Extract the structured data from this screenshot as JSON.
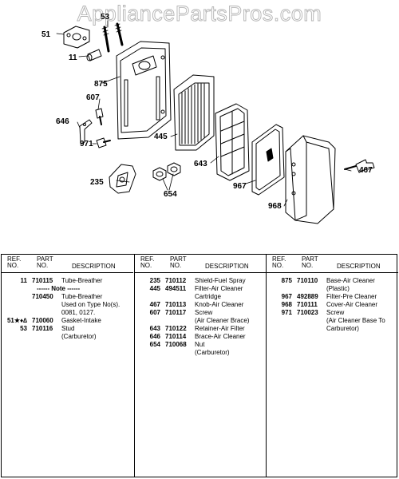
{
  "watermark": "AppliancePartsPros.com",
  "callouts": [
    {
      "ref": "51",
      "part": "gasket-intake"
    },
    {
      "ref": "53",
      "part": "stud"
    },
    {
      "ref": "11",
      "part": "tube-breather"
    },
    {
      "ref": "875",
      "part": "base-air-cleaner"
    },
    {
      "ref": "607",
      "part": "screw"
    },
    {
      "ref": "646",
      "part": "brace-air-cleaner"
    },
    {
      "ref": "971",
      "part": "screw"
    },
    {
      "ref": "445",
      "part": "filter-air-cleaner"
    },
    {
      "ref": "643",
      "part": "retainer-air-filter"
    },
    {
      "ref": "235",
      "part": "shield-fuel-spray"
    },
    {
      "ref": "654",
      "part": "nut"
    },
    {
      "ref": "967",
      "part": "filter-pre-cleaner"
    },
    {
      "ref": "968",
      "part": "cover-air-cleaner"
    },
    {
      "ref": "467",
      "part": "knob-air-cleaner"
    }
  ],
  "table": {
    "header": {
      "ref": [
        "REF.",
        "NO."
      ],
      "part": [
        "PART",
        "NO."
      ],
      "desc": "DESCRIPTION"
    },
    "columns": [
      [
        {
          "ref": "11",
          "part": "710115",
          "desc": [
            "Tube-Breather"
          ]
        },
        {
          "note": "------ Note ------"
        },
        {
          "ref": "",
          "part": "710450",
          "desc": [
            "Tube-Breather",
            "Used on Type No(s).",
            "0081, 0127."
          ]
        },
        {
          "ref": "51★♦∆",
          "part": "710060",
          "desc": [
            "Gasket-Intake"
          ]
        },
        {
          "ref": "53",
          "part": "710116",
          "desc": [
            "Stud",
            "(Carburetor)"
          ]
        }
      ],
      [
        {
          "ref": "235",
          "part": "710112",
          "desc": [
            "Shield-Fuel Spray"
          ]
        },
        {
          "ref": "445",
          "part": "494511",
          "desc": [
            "Filter-Air Cleaner",
            "Cartridge"
          ]
        },
        {
          "ref": "467",
          "part": "710113",
          "desc": [
            "Knob-Air Cleaner"
          ]
        },
        {
          "ref": "607",
          "part": "710117",
          "desc": [
            "Screw",
            "(Air Cleaner Brace)"
          ]
        },
        {
          "ref": "643",
          "part": "710122",
          "desc": [
            "Retainer-Air Filter"
          ]
        },
        {
          "ref": "646",
          "part": "710114",
          "desc": [
            "Brace-Air Cleaner"
          ]
        },
        {
          "ref": "654",
          "part": "710068",
          "desc": [
            "Nut",
            "(Carburetor)"
          ]
        }
      ],
      [
        {
          "ref": "875",
          "part": "710110",
          "desc": [
            "Base-Air Cleaner",
            "(Plastic)"
          ]
        },
        {
          "ref": "967",
          "part": "492889",
          "desc": [
            "Filter-Pre Cleaner"
          ]
        },
        {
          "ref": "968",
          "part": "710111",
          "desc": [
            "Cover-Air Cleaner"
          ]
        },
        {
          "ref": "971",
          "part": "710023",
          "desc": [
            "Screw",
            "(Air Cleaner Base To",
            "Carburetor)"
          ]
        }
      ]
    ]
  }
}
